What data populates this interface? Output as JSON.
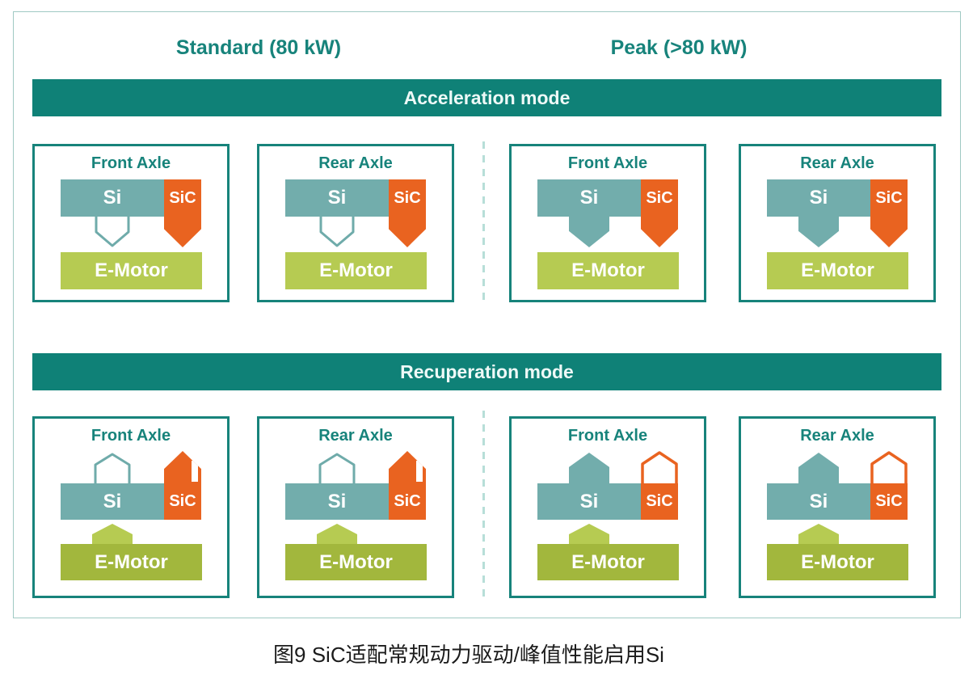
{
  "column_headers": {
    "standard": "Standard (80 kW)",
    "peak": "Peak (>80 kW)"
  },
  "labels": {
    "si": "Si",
    "sic": "SiC",
    "emotor": "E-Motor"
  },
  "modes": [
    {
      "title": "Acceleration mode",
      "cards": [
        {
          "column": "Standard",
          "title": "Front Axle",
          "si_flow": "inactive-hollow-arrow-down",
          "sic_flow": "active-filled-arrow-down"
        },
        {
          "column": "Standard",
          "title": "Rear Axle",
          "si_flow": "inactive-hollow-arrow-down",
          "sic_flow": "active-filled-arrow-down"
        },
        {
          "column": "Peak",
          "title": "Front Axle",
          "si_flow": "active-filled-arrow-down",
          "sic_flow": "active-filled-arrow-down"
        },
        {
          "column": "Peak",
          "title": "Rear Axle",
          "si_flow": "active-filled-arrow-down",
          "sic_flow": "active-filled-arrow-down"
        }
      ]
    },
    {
      "title": "Recuperation mode",
      "cards": [
        {
          "column": "Standard",
          "title": "Front Axle",
          "si_flow": "inactive-hollow-arrow-up",
          "sic_flow": "active-filled-arrow-up",
          "emotor_flow": "arrow-up"
        },
        {
          "column": "Standard",
          "title": "Rear Axle",
          "si_flow": "inactive-hollow-arrow-up",
          "sic_flow": "active-filled-arrow-up",
          "emotor_flow": "arrow-up"
        },
        {
          "column": "Peak",
          "title": "Front Axle",
          "si_flow": "active-filled-arrow-up",
          "sic_flow": "inactive-hollow-arrow-up",
          "emotor_flow": "arrow-up"
        },
        {
          "column": "Peak",
          "title": "Rear Axle",
          "si_flow": "active-filled-arrow-up",
          "sic_flow": "inactive-hollow-arrow-up",
          "emotor_flow": "arrow-up"
        }
      ]
    }
  ],
  "caption": "图9  SiC适配常规动力驱动/峰值性能启用Si",
  "colors": {
    "teal_dark": "#0f8177",
    "teal_border": "#17837b",
    "si_fill": "#72adac",
    "sic_orange": "#e96320",
    "emotor_green_light": "#b6cb52",
    "emotor_green_dark": "#a2b73d",
    "divider_dash": "#b7ded8",
    "outer_frame": "#9fc9c3"
  }
}
